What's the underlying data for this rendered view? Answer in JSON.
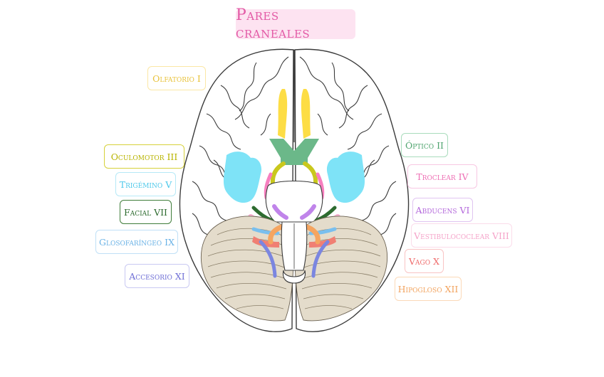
{
  "title": {
    "text": "Pares craneales",
    "bg": "#fde3f1",
    "color": "#e35aa6"
  },
  "labels": {
    "olfatorio": {
      "text": "Olfatorio I",
      "color": "#e8c23a",
      "border": "#fbe7a5"
    },
    "oculomotor": {
      "text": "Oculomotor III",
      "color": "#b8b400",
      "border": "#d6d13a"
    },
    "trigemino": {
      "text": "Trigémino V",
      "color": "#4cc8ea",
      "border": "#b6e9f7"
    },
    "facial": {
      "text": "Facial VII",
      "color": "#2d6b2f",
      "border": "#3f7d3a"
    },
    "glosofaringeo": {
      "text": "Glosofaríngeo IX",
      "color": "#6ab2e6",
      "border": "#c0e0f7"
    },
    "accesorio": {
      "text": "Accesorio XI",
      "color": "#6f6fd6",
      "border": "#c9c9f2"
    },
    "optico": {
      "text": "Óptico II",
      "color": "#4fa46e",
      "border": "#a9dcbc"
    },
    "troclear": {
      "text": "Troclear IV",
      "color": "#ee6fb4",
      "border": "#f8c7e2"
    },
    "abducens": {
      "text": "Abducens VI",
      "color": "#b368db",
      "border": "#e0c4f1"
    },
    "vestibulococlear": {
      "text": "Vestibulococlear VIII",
      "color": "#f5a3c9",
      "border": "#fbdcea"
    },
    "vago": {
      "text": "Vago X",
      "color": "#ef6a6a",
      "border": "#f9c4c4"
    },
    "hipogloso": {
      "text": "Hipogloso XII",
      "color": "#f2a35e",
      "border": "#fbd9b8"
    }
  },
  "colors": {
    "olfactory": "#fddd45",
    "optic": "#6bb889",
    "oculomotor": "#c9c81d",
    "trochlear": "#f77fbf",
    "trigeminal": "#7ee3f7",
    "abducens": "#c084ea",
    "facial": "#2d6b2f",
    "vestibulocochlear": "#f6b0cf",
    "glossopharyngeal": "#79bfee",
    "vagus": "#f07f73",
    "accessory": "#7b86e0",
    "hypoglossal": "#f5a560",
    "cerebellum": "#e4dccb",
    "outline": "#3b3b3b"
  }
}
